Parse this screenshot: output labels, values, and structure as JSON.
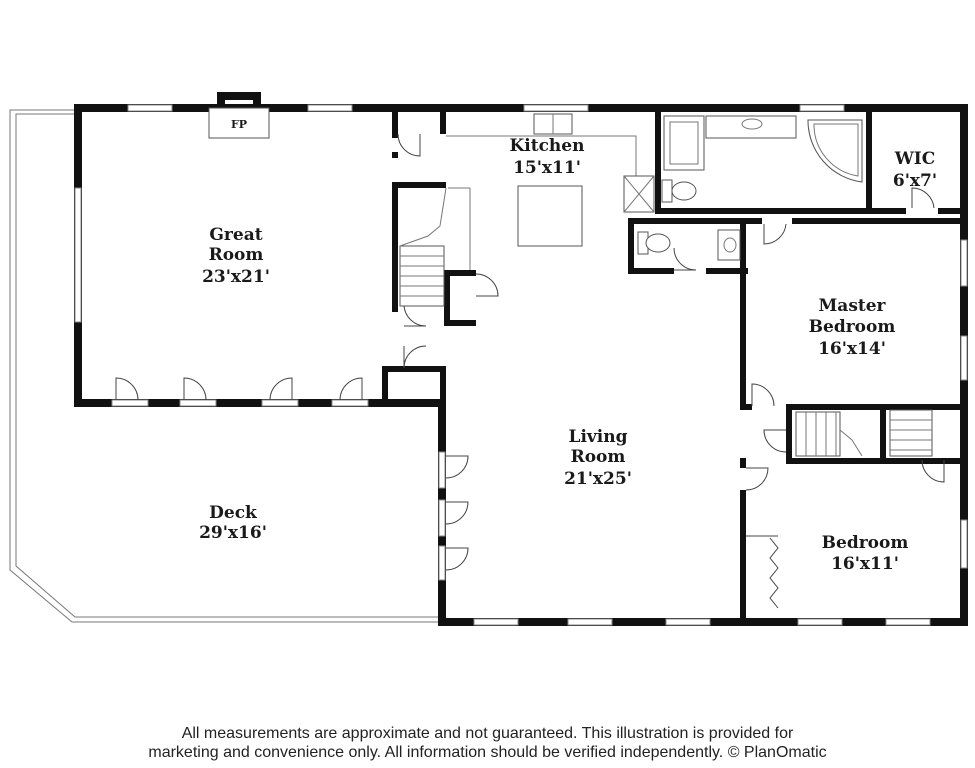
{
  "rooms": {
    "great_room": {
      "name": "Great Room",
      "line1": "Great",
      "line2": "Room",
      "dims": "23'x21'"
    },
    "kitchen": {
      "name": "Kitchen",
      "dims": "15'x11'"
    },
    "wic": {
      "name": "WIC",
      "dims": "6'x7'"
    },
    "master_bedroom": {
      "line1": "Master",
      "line2": "Bedroom",
      "dims": "16'x14'"
    },
    "living_room": {
      "line1": "Living",
      "line2": "Room",
      "dims": "21'x25'"
    },
    "deck": {
      "name": "Deck",
      "dims": "29'x16'"
    },
    "bedroom": {
      "name": "Bedroom",
      "dims": "16'x11'"
    }
  },
  "fireplace": {
    "label": "FP"
  },
  "disclaimer": {
    "line1": "All measurements are approximate and not guaranteed. This illustration is provided for",
    "line2": "marketing and convenience only. All information should be verified independently. © PlanOmatic"
  }
}
